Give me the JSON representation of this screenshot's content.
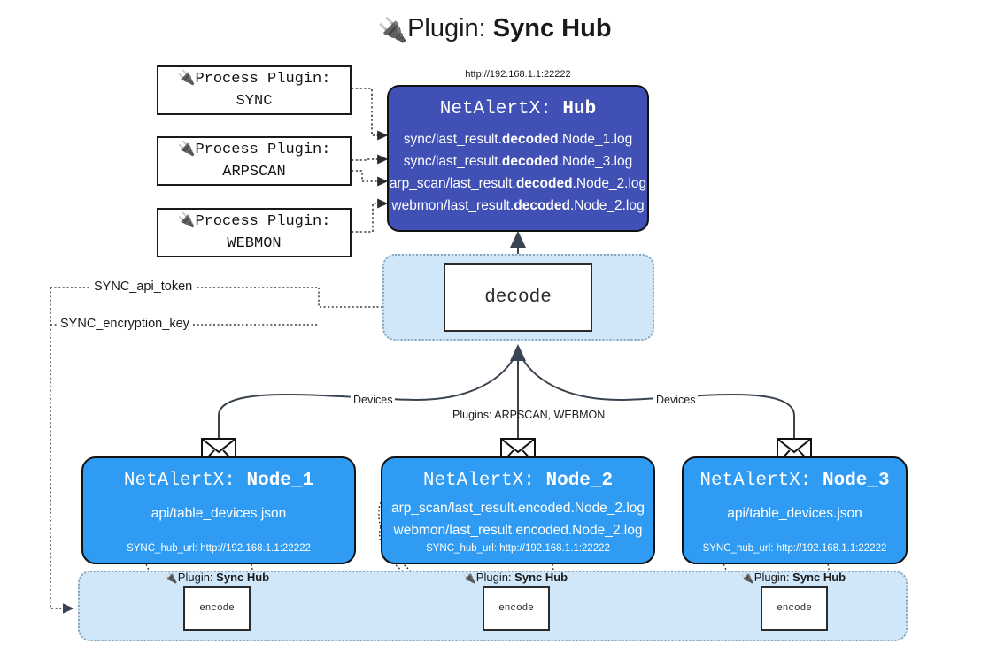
{
  "title": {
    "icon": "plug-icon",
    "prefix": "Plugin:",
    "name": "Sync Hub"
  },
  "process_plugins": [
    {
      "icon": "plug-icon",
      "line1": "Process Plugin:",
      "line2": "SYNC"
    },
    {
      "icon": "plug-icon",
      "line1": "Process Plugin:",
      "line2": "ARPSCAN"
    },
    {
      "icon": "plug-icon",
      "line1": "Process Plugin:",
      "line2": "WEBMON"
    }
  ],
  "hub": {
    "url": "http://192.168.1.1:22222",
    "title_prefix": "NetAlertX:",
    "title_name": "Hub",
    "logs": [
      {
        "pre": "sync/last_result.",
        "mid": "decoded",
        "post": ".Node_1.log"
      },
      {
        "pre": "sync/last_result.",
        "mid": "decoded",
        "post": ".Node_3.log"
      },
      {
        "pre": "arp_scan/last_result.",
        "mid": "decoded",
        "post": ".Node_2.log"
      },
      {
        "pre": "webmon/last_result.",
        "mid": "decoded",
        "post": ".Node_2.log"
      }
    ]
  },
  "decode": {
    "label": "decode"
  },
  "secrets": {
    "api_token": "SYNC_api_token",
    "encryption_key": "SYNC_encryption_key"
  },
  "edges": {
    "devices_left": "Devices",
    "devices_right": "Devices",
    "plugins_middle": "Plugins: ARPSCAN, WEBMON"
  },
  "nodes": [
    {
      "title_prefix": "NetAlertX:",
      "title_name": "Node_1",
      "artifacts": [
        "api/table_devices.json"
      ],
      "hub_url": "SYNC_hub_url: http://192.168.1.1:22222",
      "plugin_tag_prefix": "Plugin:",
      "plugin_tag_name": "Sync Hub",
      "encode_label": "encode"
    },
    {
      "title_prefix": "NetAlertX:",
      "title_name": "Node_2",
      "artifacts": [
        "arp_scan/last_result.encoded.Node_2.log",
        "webmon/last_result.encoded.Node_2.log"
      ],
      "hub_url": "SYNC_hub_url: http://192.168.1.1:22222",
      "plugin_tag_prefix": "Plugin:",
      "plugin_tag_name": "Sync Hub",
      "encode_label": "encode"
    },
    {
      "title_prefix": "NetAlertX:",
      "title_name": "Node_3",
      "artifacts": [
        "api/table_devices.json"
      ],
      "hub_url": "SYNC_hub_url: http://192.168.1.1:22222",
      "plugin_tag_prefix": "Plugin:",
      "plugin_tag_name": "Sync Hub",
      "encode_label": "encode"
    }
  ],
  "colors": {
    "hub_fill": "#4050b5",
    "node_fill": "#2f9bf2",
    "band_fill": "#d0e7f9",
    "stroke": "#2b2b2b"
  }
}
